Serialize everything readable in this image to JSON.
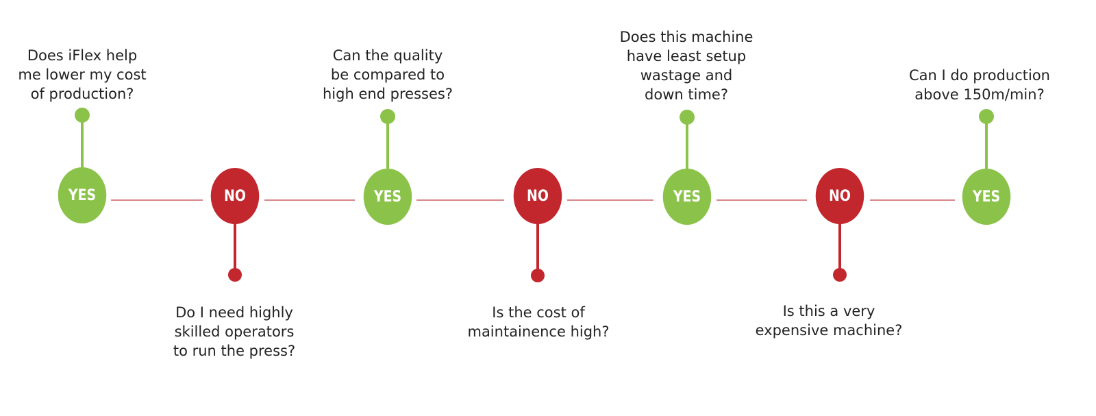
{
  "colors": {
    "yes": "#8bc34a",
    "no": "#c1272d",
    "connector": "#d9868a",
    "text": "#222222"
  },
  "steps": [
    {
      "answer": "YES",
      "question": "Does iFlex help\nme lower my cost\nof production?"
    },
    {
      "answer": "NO",
      "question": "Do I need highly\nskilled operators\nto run the press?"
    },
    {
      "answer": "YES",
      "question": "Can the quality\nbe compared to\nhigh end presses?"
    },
    {
      "answer": "NO",
      "question": "Is the cost of\nmaintainence high?"
    },
    {
      "answer": "YES",
      "question": "Does this machine\nhave least setup\nwastage and\ndown time?"
    },
    {
      "answer": "NO",
      "question": "Is this a very\nexpensive machine?"
    },
    {
      "answer": "YES",
      "question": "Can I do production\nabove 150m/min?"
    }
  ]
}
